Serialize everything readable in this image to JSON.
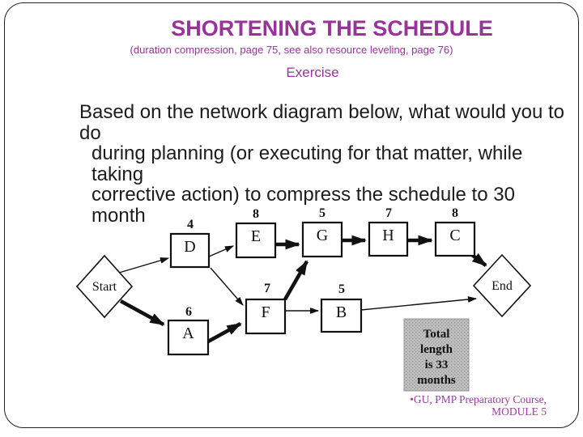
{
  "slide": {
    "title": "SHORTENING THE SCHEDULE",
    "subtitle": "(duration compression, page 75, see also resource leveling, page 76)",
    "section_heading": "Exercise",
    "body_lines": [
      "Based on the network diagram below, what would you to do",
      "during planning (or executing for that matter, while taking",
      "corrective action) to compress the schedule to 30 month"
    ],
    "footer": {
      "line1": "•GU, PMP Preparatory Course,",
      "line2": "MODULE 5"
    }
  },
  "colors": {
    "accent_purple": "#993399",
    "body_text": "#1c1c1c",
    "diagram_ink": "#111111",
    "note_box_gray": "#bdbdbd"
  },
  "diagram": {
    "type": "activity-network",
    "nodes": [
      {
        "id": "Start",
        "shape": "diamond",
        "label": "Start",
        "duration": ""
      },
      {
        "id": "D",
        "shape": "box",
        "label": "D",
        "duration": "4"
      },
      {
        "id": "E",
        "shape": "box",
        "label": "E",
        "duration": "8"
      },
      {
        "id": "G",
        "shape": "box",
        "label": "G",
        "duration": "5"
      },
      {
        "id": "H",
        "shape": "box",
        "label": "H",
        "duration": "7"
      },
      {
        "id": "C",
        "shape": "box",
        "label": "C",
        "duration": "8"
      },
      {
        "id": "A",
        "shape": "box",
        "label": "A",
        "duration": "6"
      },
      {
        "id": "F",
        "shape": "box",
        "label": "F",
        "duration": "7"
      },
      {
        "id": "B",
        "shape": "box",
        "label": "B",
        "duration": "5"
      },
      {
        "id": "End",
        "shape": "diamond",
        "label": "End",
        "duration": ""
      }
    ],
    "edges": [
      {
        "from": "Start",
        "to": "D",
        "weight": "thin"
      },
      {
        "from": "Start",
        "to": "A",
        "weight": "thick"
      },
      {
        "from": "D",
        "to": "E",
        "weight": "thin"
      },
      {
        "from": "D",
        "to": "F",
        "weight": "thin"
      },
      {
        "from": "A",
        "to": "F",
        "weight": "thick"
      },
      {
        "from": "E",
        "to": "G",
        "weight": "thick"
      },
      {
        "from": "F",
        "to": "G",
        "weight": "thick"
      },
      {
        "from": "F",
        "to": "B",
        "weight": "thin"
      },
      {
        "from": "G",
        "to": "H",
        "weight": "thick"
      },
      {
        "from": "H",
        "to": "C",
        "weight": "thick"
      },
      {
        "from": "C",
        "to": "End",
        "weight": "thick"
      },
      {
        "from": "B",
        "to": "End",
        "weight": "thin"
      }
    ],
    "note_lines": [
      "Total",
      "length",
      "is 33",
      "months"
    ]
  }
}
